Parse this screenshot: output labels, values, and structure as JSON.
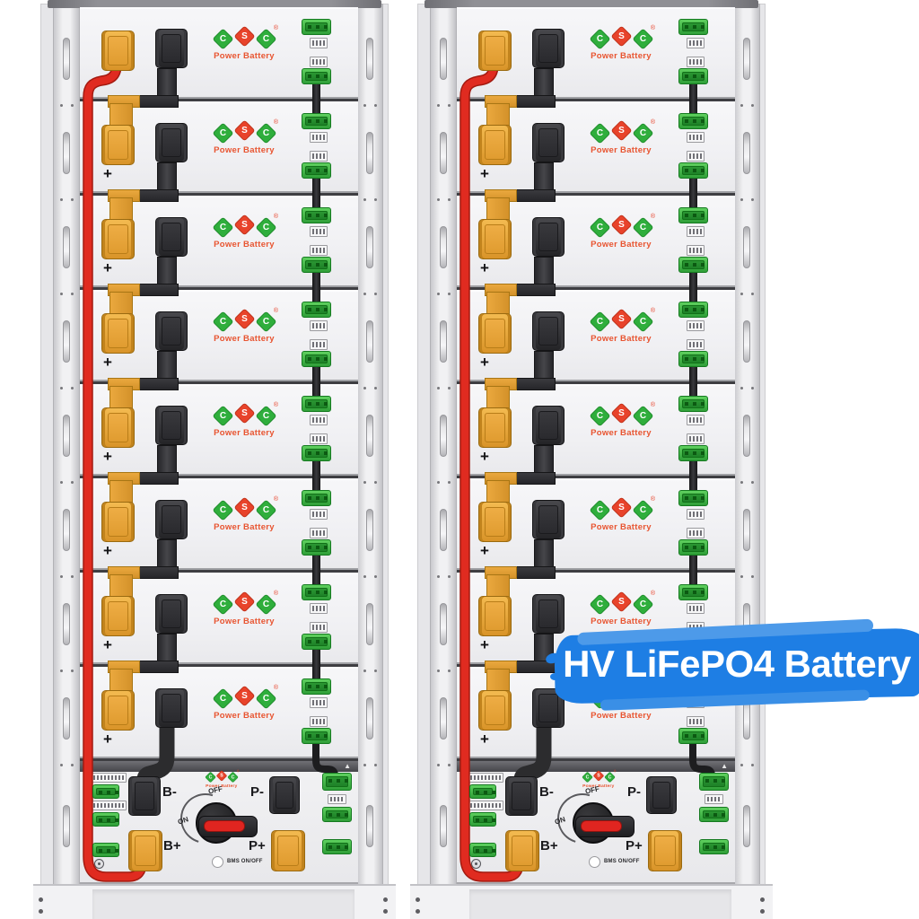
{
  "scene": {
    "rack_count": 2,
    "modules_per_rack": 8
  },
  "banner": {
    "text": "HV LiFePO4 Battery"
  },
  "brand": {
    "letters": [
      "C",
      "S",
      "C"
    ],
    "registered": "®",
    "name": "Power Battery"
  },
  "module": {
    "polarity_label": "+"
  },
  "bms": {
    "b_minus": "B-",
    "p_minus": "P-",
    "b_plus": "B+",
    "p_plus": "P+",
    "switch_off": "OFF",
    "switch_on": "ON",
    "button_label": "BMS ON/OFF",
    "warning_icon": "▲"
  },
  "colors": {
    "banner_blue": "#1e7ee4",
    "cable_red": "#e02b20",
    "cable_red_dark": "#a31a10",
    "connector_orange": "#e9a43c",
    "busbar_orange": "#e0992e",
    "connector_black": "#2c2c2e",
    "terminal_green": "#3cb845",
    "logo_green": "#2fae3c",
    "logo_red": "#e8432b",
    "brand_text_red": "#e85430",
    "switch_red": "#e02520"
  }
}
